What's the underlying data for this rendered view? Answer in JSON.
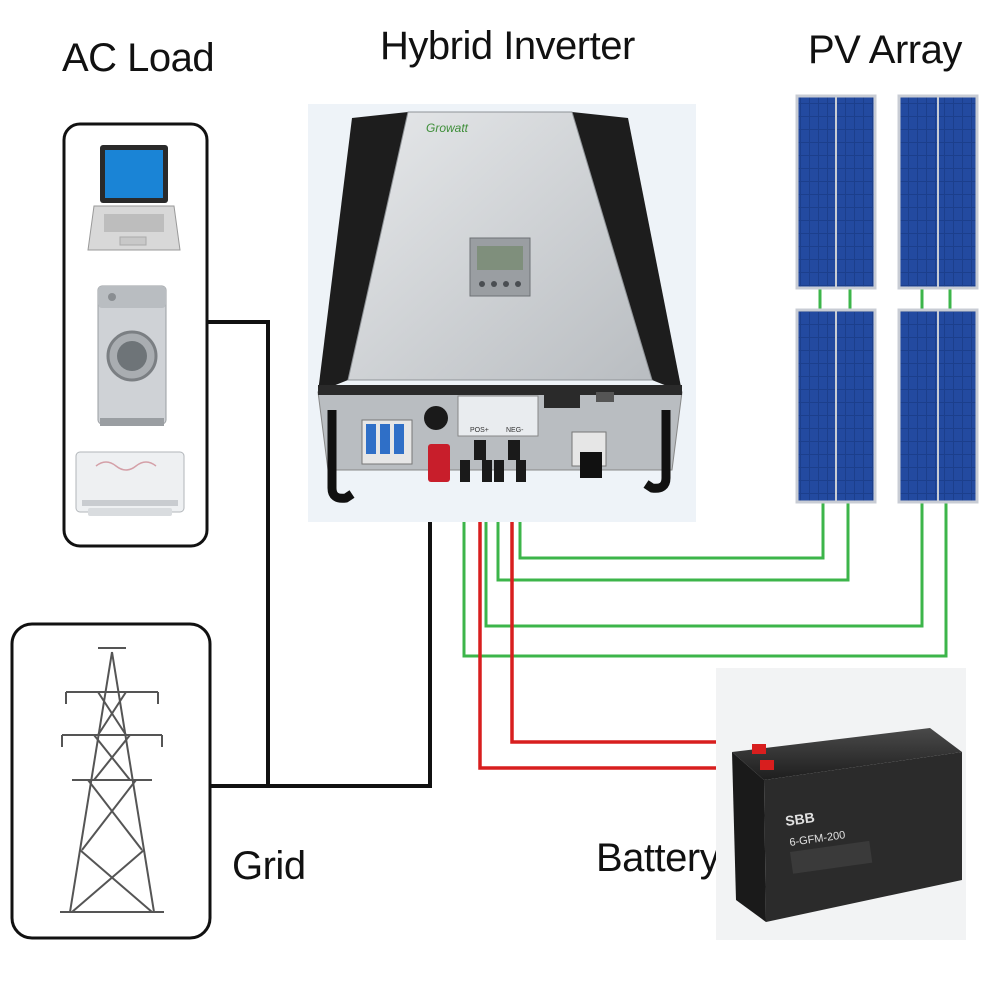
{
  "labels": {
    "ac_load": "AC Load",
    "hybrid_inverter": "Hybrid Inverter",
    "pv_array": "PV Array",
    "grid": "Grid",
    "battery": "Battery"
  },
  "inverter": {
    "brand": "Growatt",
    "terminal_pos": "POS+",
    "terminal_neg": "NEG-"
  },
  "battery_unit": {
    "brand": "SBB",
    "model": "6-GFM-200"
  },
  "colors": {
    "pv_wire": "#3cb54a",
    "battery_wire": "#d81e1e",
    "grid_wire": "#111111",
    "panel_cell": "#1c3f8c"
  }
}
